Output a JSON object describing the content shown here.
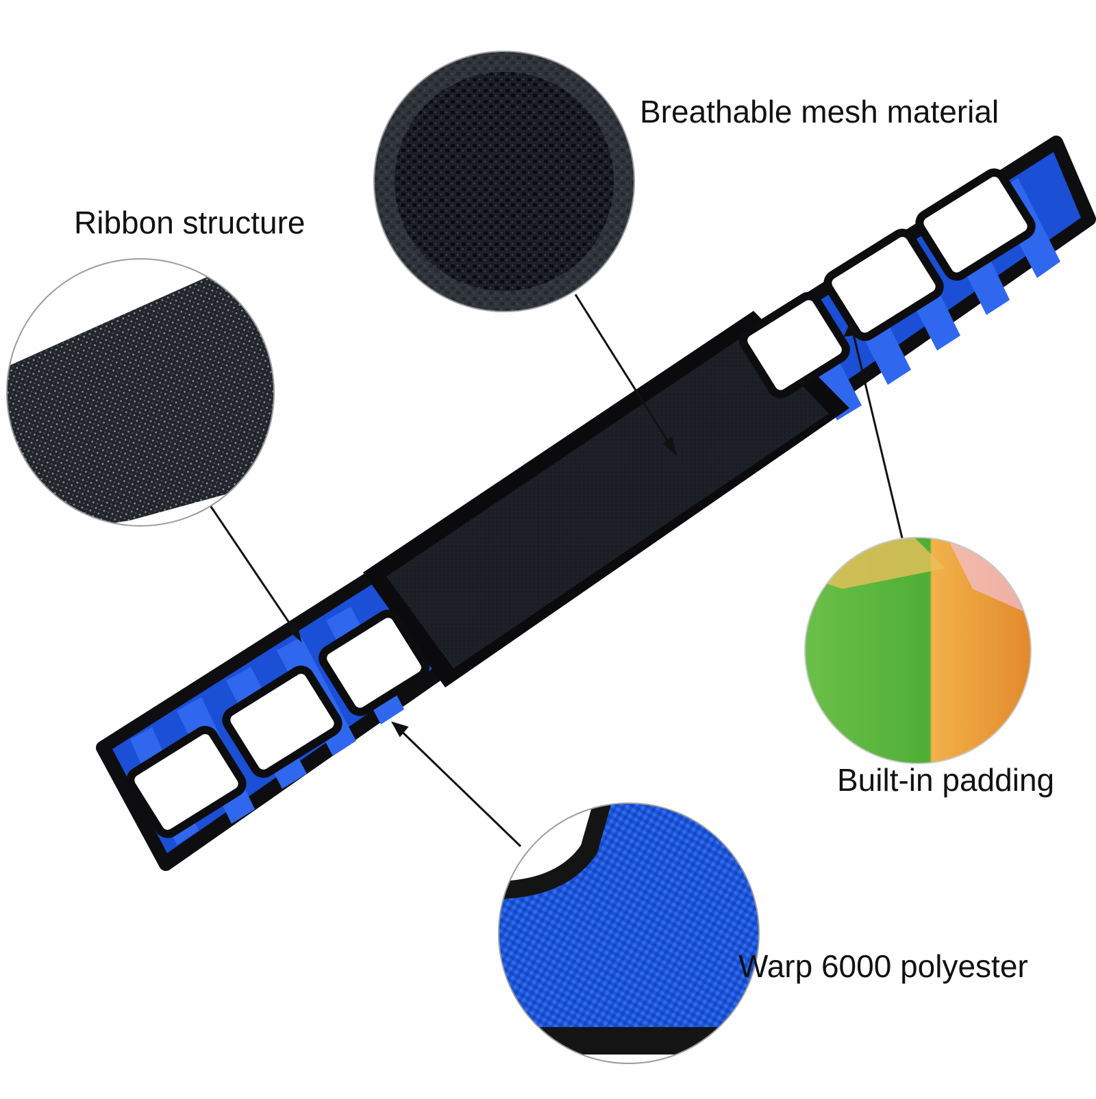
{
  "labels": {
    "mesh": "Breathable mesh material",
    "ribbon": "Ribbon structure",
    "padding": "Built-in padding",
    "warp": "Warp 6000 polyester"
  },
  "colors": {
    "background": "#ffffff",
    "strap_blue": "#1a4fd6",
    "strap_blue_light": "#2d66ee",
    "binding_black": "#111111",
    "mesh_panel": "#1b1f26",
    "text": "#111111",
    "foam_green": "#5fbf3a",
    "foam_orange": "#f0a030"
  },
  "icons": {
    "product": "transfer-belt-image",
    "detail_1": "mesh-texture-closeup",
    "detail_2": "ribbon-texture-closeup",
    "detail_3": "foam-padding-closeup",
    "detail_4": "polyester-fabric-closeup"
  }
}
